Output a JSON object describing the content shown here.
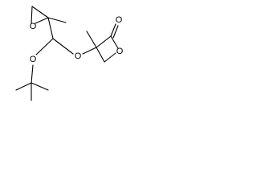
{
  "structure": {
    "atom_labels": {
      "epoxide_oxygen": "O",
      "ether_oxygen_left": "O",
      "ether_oxygen_bridge": "O",
      "carbonyl_oxygen": "O",
      "oxetane_ring_oxygen": "O"
    },
    "colors": {
      "bond": "#000000",
      "label": "#000000",
      "background": "#ffffff"
    }
  }
}
